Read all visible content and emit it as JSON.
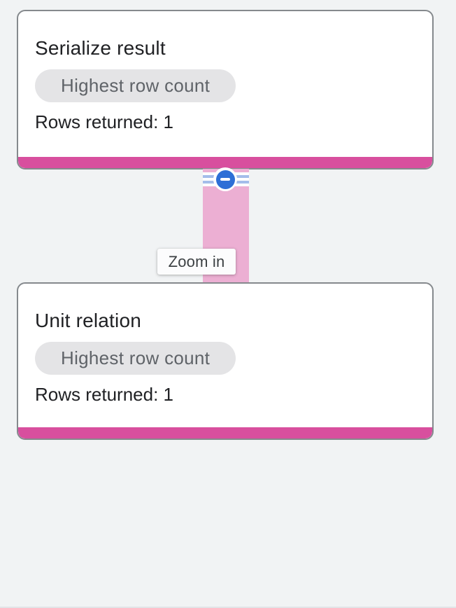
{
  "graph": {
    "nodes": [
      {
        "title": "Serialize result",
        "badge": "Highest row count",
        "rows_label": "Rows returned: 1"
      },
      {
        "title": "Unit relation",
        "badge": "Highest row count",
        "rows_label": "Rows returned: 1"
      }
    ],
    "edge": {
      "accent_color": "#d84f9e",
      "edge_color": "#ecafd3",
      "button_color": "#2e6fd6",
      "button_icon": "minus-icon"
    },
    "tooltip": {
      "label": "Zoom in"
    }
  },
  "colors": {
    "background": "#f1f3f4",
    "card_background": "#ffffff",
    "card_border": "#85898d",
    "badge_background": "#e4e4e6",
    "badge_text": "#5f6368",
    "text": "#202124"
  }
}
